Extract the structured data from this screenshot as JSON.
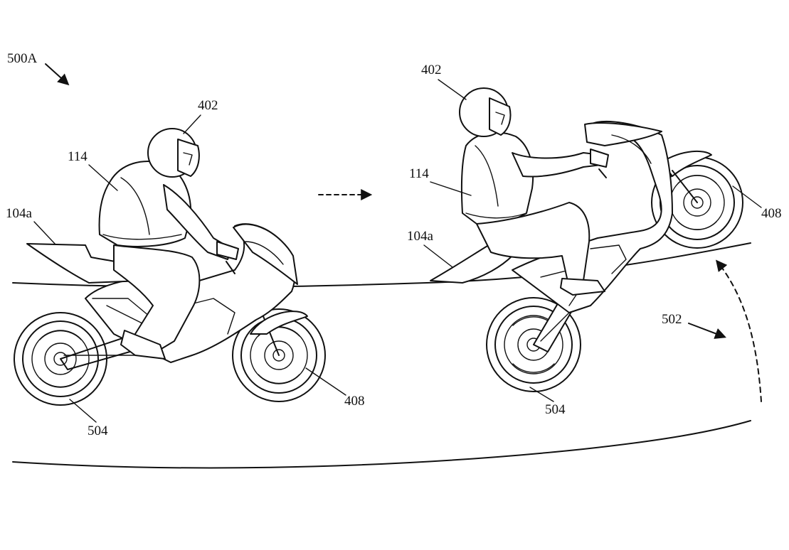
{
  "figure_id": "500A",
  "labels": {
    "rider_left": "402",
    "rider_right": "402",
    "vest_left": "114",
    "vest_right": "114",
    "seat_left": "104a",
    "seat_right": "104a",
    "rear_wheel_left": "504",
    "rear_wheel_right": "504",
    "front_wheel_left": "408",
    "front_wheel_right": "408",
    "rotation": "502"
  },
  "colors": {
    "ink": "#111111",
    "paper": "#ffffff"
  }
}
